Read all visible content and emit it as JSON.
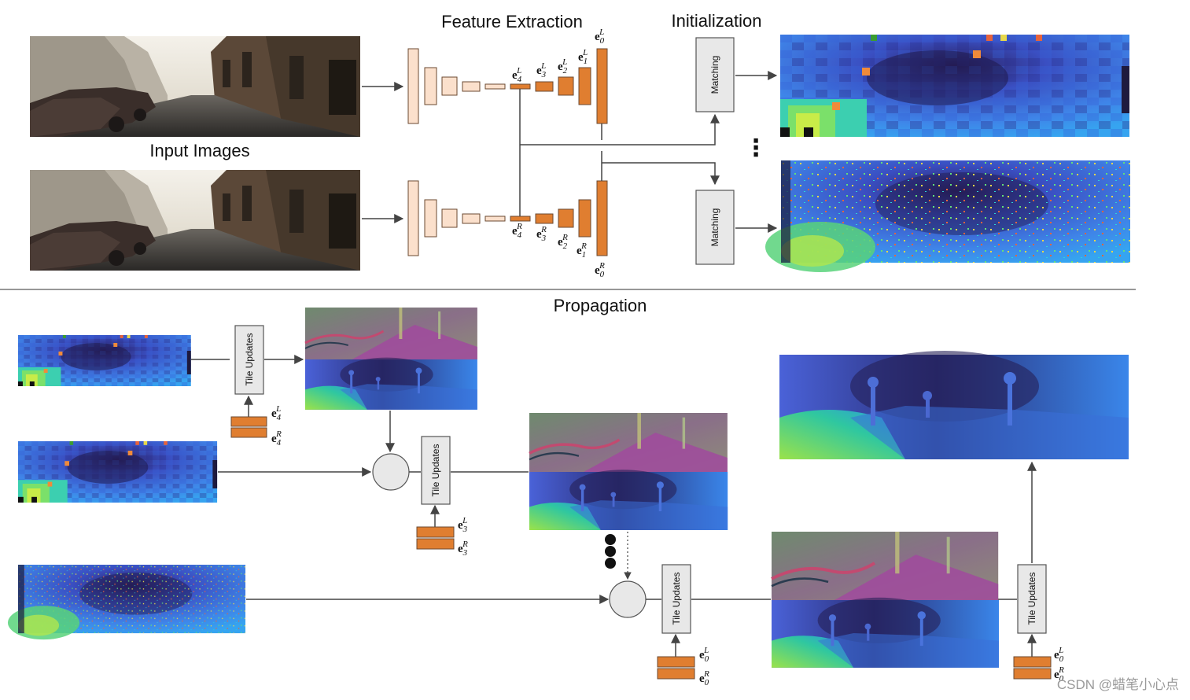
{
  "titles": {
    "feature_extraction": "Feature Extraction",
    "initialization": "Initialization",
    "input_images": "Input Images",
    "propagation": "Propagation"
  },
  "boxes": {
    "matching": "Matching",
    "tile_updates": "Tile Updates"
  },
  "feature_labels": {
    "letter": "e",
    "left": "L",
    "right": "R",
    "levels": [
      "4",
      "3",
      "2",
      "1",
      "0"
    ]
  },
  "ellipsis": "⋮",
  "watermark": "CSDN @蜡笔小心点",
  "colors": {
    "encoder_light": "#fbe0cc",
    "encoder_orange": "#e07e30",
    "box_fill": "#e8e8e8",
    "arrow": "#444444"
  }
}
